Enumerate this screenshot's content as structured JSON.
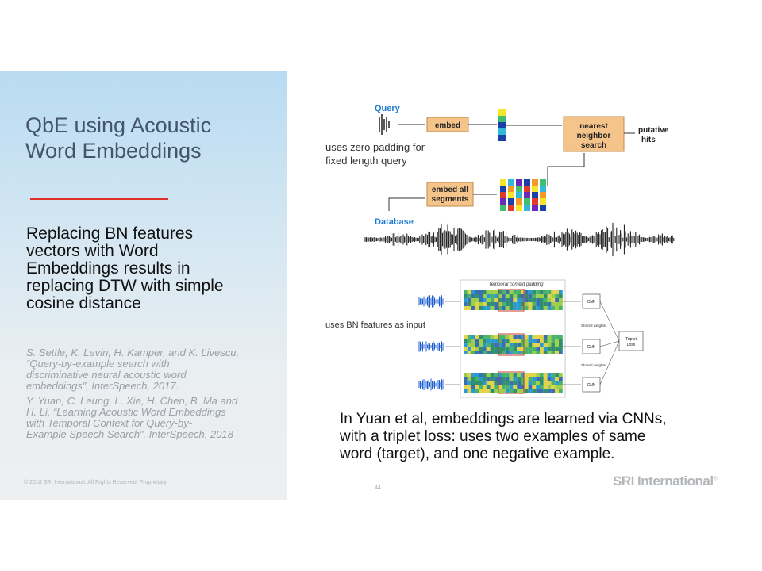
{
  "title": {
    "line1": "QbE using Acoustic",
    "line2": "Word Embeddings"
  },
  "claim": {
    "line1": "Replacing BN features",
    "line2": "vectors with Word",
    "line3": "Embeddings results in",
    "line4": "replacing DTW with simple",
    "line5": "cosine distance"
  },
  "references": [
    {
      "lines": [
        "S. Settle, K. Levin, H. Kamper, and K. Livescu,",
        "“Query-by-example search with",
        "discriminative neural acoustic word",
        "embeddings”, InterSpeech, 2017."
      ]
    },
    {
      "lines": [
        "Y. Yuan, C. Leung, L. Xie, H. Chen, B. Ma and",
        "H. Li, “Learning Acoustic Word Embeddings",
        "with Temporal Context for Query-by-",
        "Example Speech Search”, InterSpeech, 2018"
      ]
    }
  ],
  "diagram": {
    "query_label": "Query",
    "embed_label": "embed",
    "search_label": [
      "nearest",
      "neighbor",
      "search"
    ],
    "hits_label": [
      "putative",
      "hits"
    ],
    "padding_note": [
      "uses zero padding for",
      "fixed length query"
    ],
    "embed_all_label": [
      "embed all",
      "segments"
    ],
    "database_label": "Database",
    "bn_note": "uses BN features as input",
    "cnn_title": "Temporal context padding",
    "cnn_label": "CNN",
    "shared_weights": "Shared weights",
    "triplet_loss": [
      "Triplet",
      "Loss"
    ]
  },
  "caption": {
    "line1": "In Yuan et al, embeddings are learned via CNNs,",
    "line2": "with a triplet loss: uses two examples of same",
    "line3": "word (target), and one negative example."
  },
  "footer": {
    "copyright": "© 2018 SRI International. All Rights Reserved. Proprietary",
    "page_number": "44",
    "logo": "SRI International",
    "logo_mark": "®"
  },
  "colors": {
    "title": "#44546a",
    "accent_line": "#e0322a",
    "diagram_blue": "#1f7bd1",
    "box_orange": "#f4c48a"
  }
}
